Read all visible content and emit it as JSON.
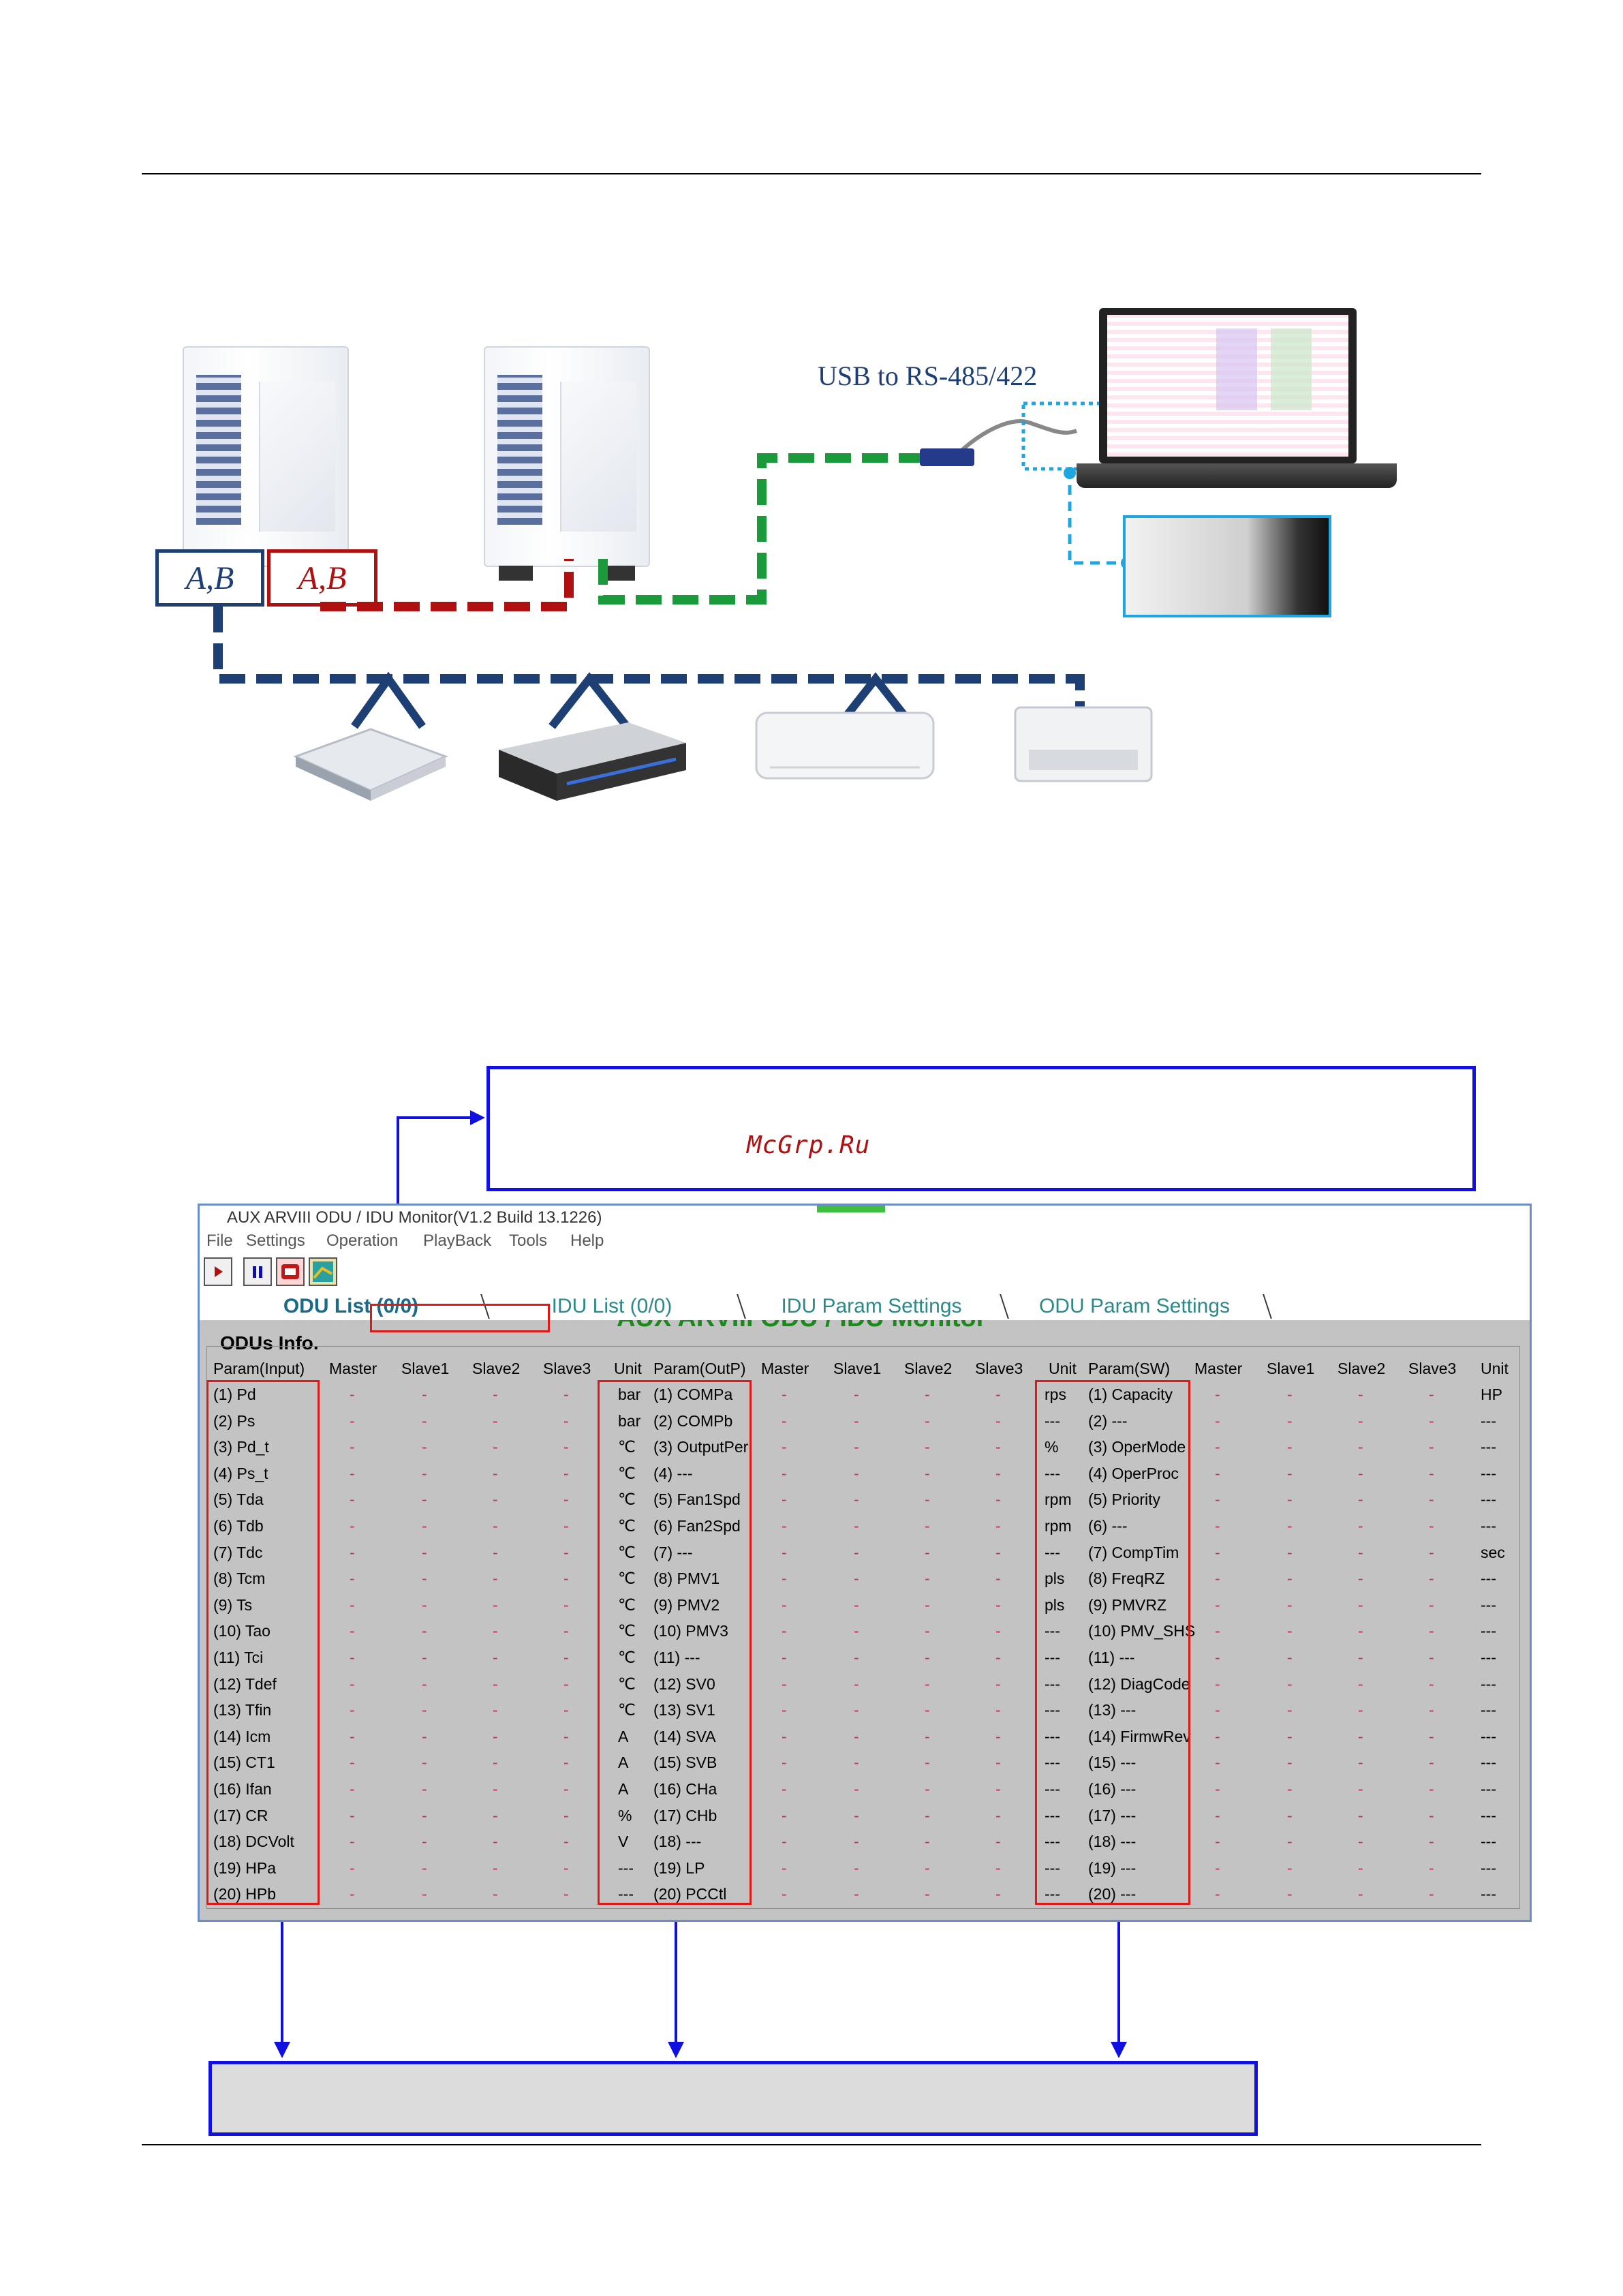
{
  "diagram": {
    "usb_label": "USB to RS-485/422",
    "ab_left": "A,B",
    "ab_right": "A,B"
  },
  "watermark": "McGrp.Ru",
  "window": {
    "title": "AUX ARVIII ODU / IDU Monitor(V1.2 Build 13.1226)",
    "menu": [
      "File",
      "Settings",
      "Operation",
      "PlayBack",
      "Tools",
      "Help"
    ],
    "app_title": "AUX ARVIII ODU / IDU Monitor",
    "tabs": [
      "ODU List (0/0)",
      "IDU List (0/0)",
      "IDU Param Settings",
      "ODU Param Settings"
    ],
    "section_title": "ODUs  Info.",
    "headers": [
      "Param(Input)",
      "Master",
      "Slave1",
      "Slave2",
      "Slave3",
      "Unit",
      "Param(OutP)",
      "Master",
      "Slave1",
      "Slave2",
      "Slave3",
      "Unit",
      "Param(SW)",
      "Master",
      "Slave1",
      "Slave2",
      "Slave3",
      "Unit"
    ],
    "input_params": [
      "(1) Pd",
      "(2) Ps",
      "(3) Pd_t",
      "(4) Ps_t",
      "(5) Tda",
      "(6) Tdb",
      "(7) Tdc",
      "(8) Tcm",
      "(9) Ts",
      "(10) Tao",
      "(11) Tci",
      "(12) Tdef",
      "(13) Tfin",
      "(14) Icm",
      "(15) CT1",
      "(16) Ifan",
      "(17) CR",
      "(18) DCVolt",
      "(19) HPa",
      "(20) HPb"
    ],
    "input_units": [
      "bar",
      "bar",
      "℃",
      "℃",
      "℃",
      "℃",
      "℃",
      "℃",
      "℃",
      "℃",
      "℃",
      "℃",
      "℃",
      "A",
      "A",
      "A",
      "%",
      "V",
      "---",
      "---"
    ],
    "output_params": [
      "(1) COMPa",
      "(2) COMPb",
      "(3) OutputPer",
      "(4) ---",
      "(5) Fan1Spd",
      "(6) Fan2Spd",
      "(7) ---",
      "(8) PMV1",
      "(9) PMV2",
      "(10) PMV3",
      "(11) ---",
      "(12) SV0",
      "(13) SV1",
      "(14) SVA",
      "(15) SVB",
      "(16) CHa",
      "(17) CHb",
      "(18) ---",
      "(19) LP",
      "(20) PCCtl"
    ],
    "output_units": [
      "rps",
      "---",
      "%",
      "---",
      "rpm",
      "rpm",
      "---",
      "pls",
      "pls",
      "---",
      "---",
      "---",
      "---",
      "---",
      "---",
      "---",
      "---",
      "---",
      "---",
      "---"
    ],
    "sw_params": [
      "(1) Capacity",
      "(2) ---",
      "(3) OperMode",
      "(4) OperProc",
      "(5) Priority",
      "(6) ---",
      "(7) CompTim",
      "(8) FreqRZ",
      "(9) PMVRZ",
      "(10) PMV_SHS",
      "(11) ---",
      "(12) DiagCode",
      "(13) ---",
      "(14) FirmwRev",
      "(15) ---",
      "(16) ---",
      "(17) ---",
      "(18) ---",
      "(19) ---",
      "(20) ---"
    ],
    "sw_units": [
      "HP",
      "---",
      "---",
      "---",
      "---",
      "---",
      "sec",
      "---",
      "---",
      "---",
      "---",
      "---",
      "---",
      "---",
      "---",
      "---",
      "---",
      "---",
      "---",
      "---"
    ],
    "value_placeholder": "-"
  },
  "colors": {
    "callout_blue": "#1010e0",
    "highlight_red": "#e01818",
    "app_title_green": "#1a8a1a",
    "rs485_green": "#1a9a3a",
    "link_red": "#b01010",
    "bus_navy": "#1d3f74"
  }
}
